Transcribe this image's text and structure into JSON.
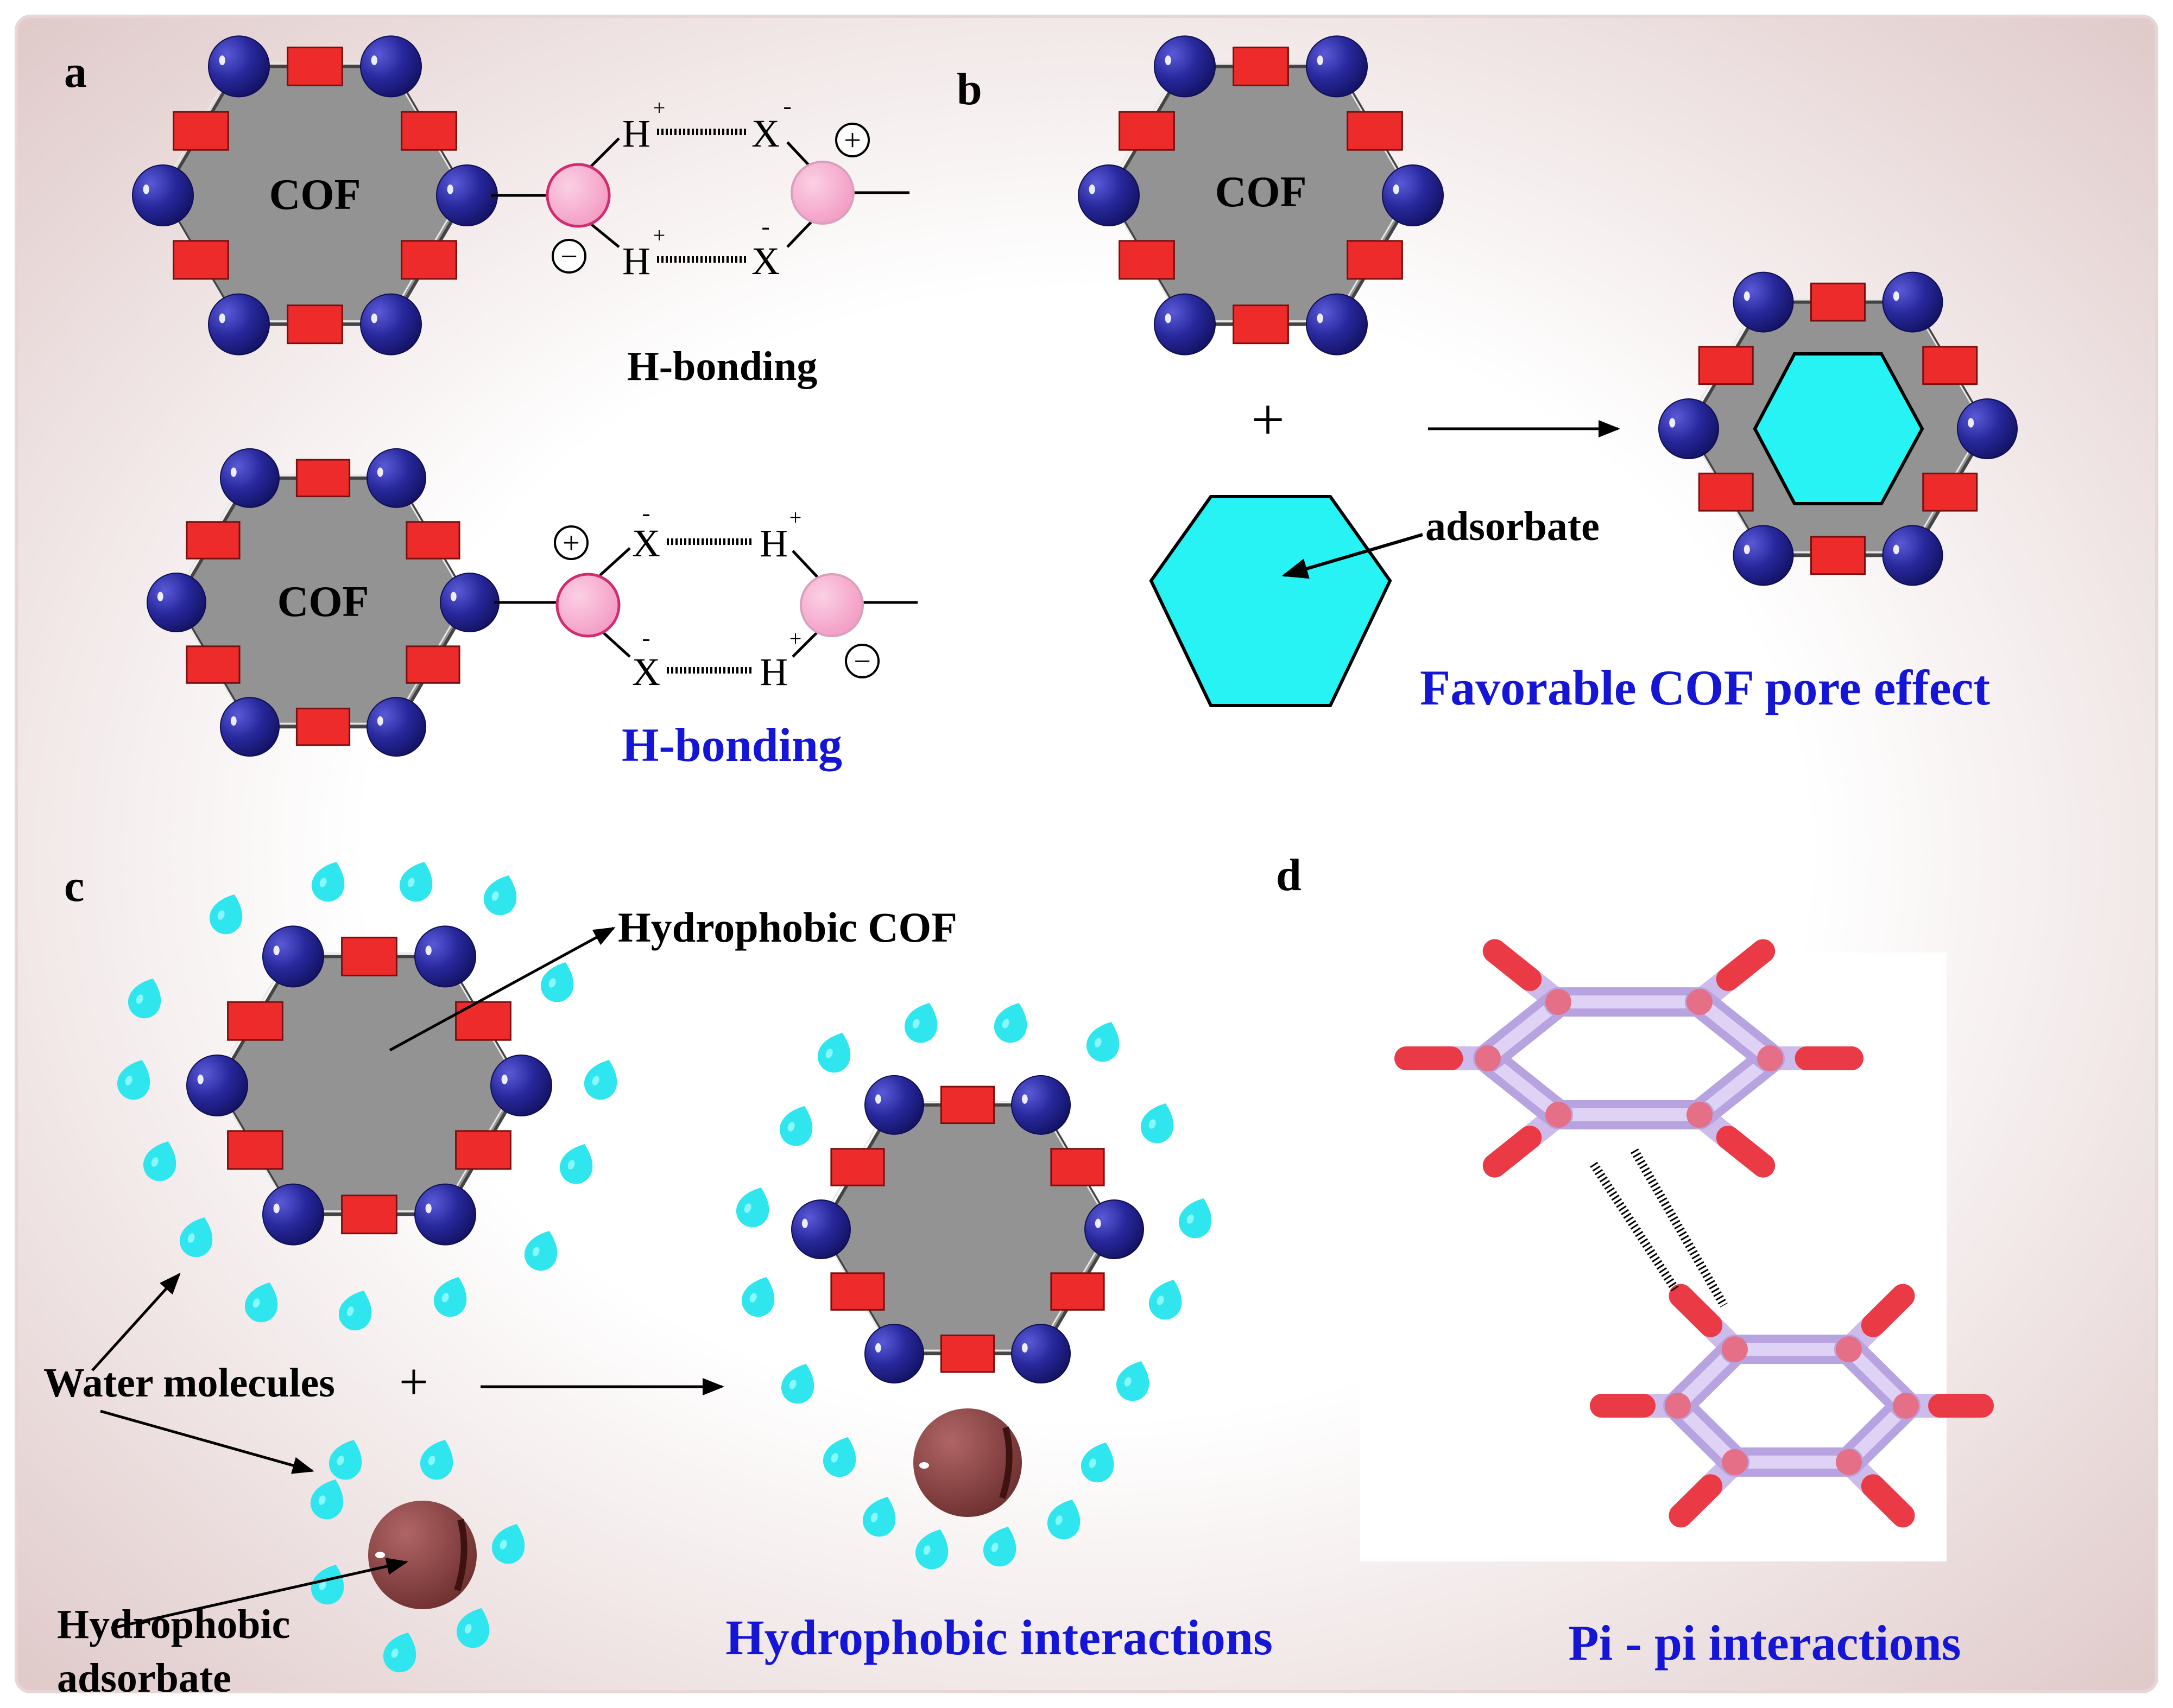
{
  "panels": {
    "a": {
      "letter": "a",
      "cof_top": "COF",
      "cof_bottom": "COF",
      "atom_h": "H",
      "atom_x": "X",
      "charge_plus_sup": "+",
      "charge_minus_sup": "-",
      "circled_plus": "+",
      "circled_minus": "−",
      "caption_top": "H-bonding",
      "caption_bottom": "H-bonding"
    },
    "b": {
      "letter": "b",
      "cof": "COF",
      "plus": "+",
      "adsorbate_label": "adsorbate",
      "caption": "Favorable COF pore effect"
    },
    "c": {
      "letter": "c",
      "cof_label": "Hydrophobic COF",
      "water_label": "Water molecules",
      "plus": "+",
      "adsorbate_line1": "Hydrophobic",
      "adsorbate_line2": "adsorbate",
      "caption": "Hydrophobic interactions"
    },
    "d": {
      "letter": "d",
      "caption": "Pi - pi interactions"
    }
  },
  "colors": {
    "background_edge": "#dcc3c3",
    "cof_body": "#939393",
    "linker_node": "#27279b",
    "linker_block": "#ee2b2b",
    "adsorbate_pore": "#27f3f5",
    "water_drop": "#2fe6ee",
    "hbond_atom": "#f6a9cc",
    "hydrophobic_particle": "#8a4545",
    "caption_blue": "#1515d6",
    "ring_bond": "#cdbbec",
    "ring_tip": "#ea3c47"
  },
  "icons": [
    "cof-hexagon-icon",
    "water-drop-icon",
    "adsorbate-hexagon-icon",
    "benzene-ring-icon",
    "circled-plus-icon",
    "circled-minus-icon",
    "arrow-icon"
  ]
}
